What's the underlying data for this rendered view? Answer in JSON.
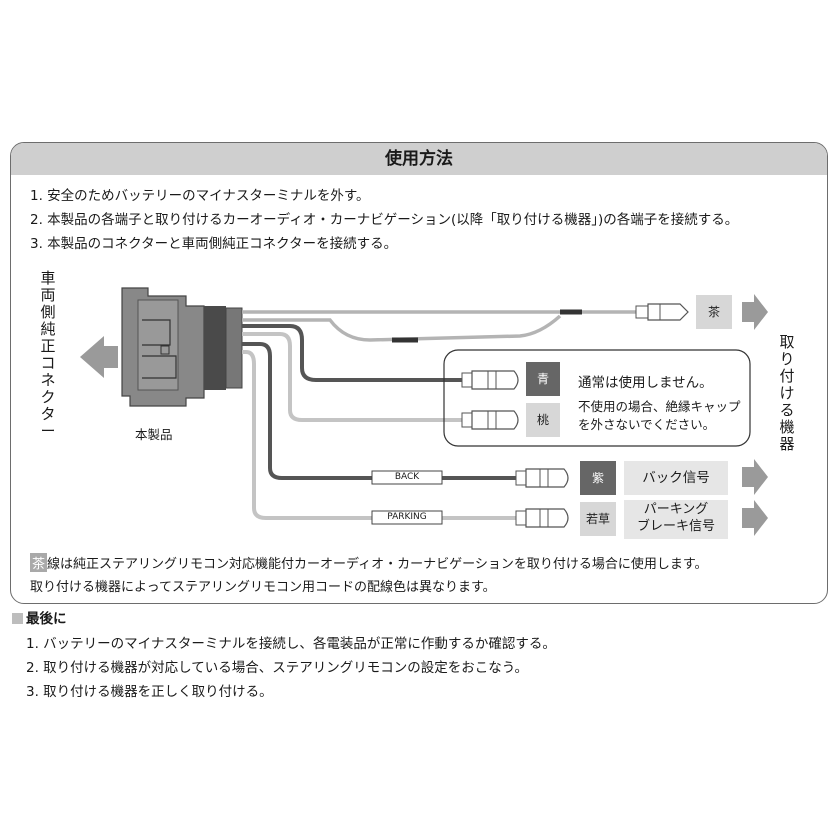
{
  "panel": {
    "title": "使用方法",
    "steps": [
      "1. 安全のためバッテリーのマイナスターミナルを外す。",
      "2. 本製品の各端子と取り付けるカーオーディオ・カーナビゲーション(以降「取り付ける機器」)の各端子を接続する。",
      "3. 本製品のコネクターと車両側純正コネクターを接続する。"
    ]
  },
  "diagram": {
    "left_label": [
      "車",
      "両",
      "側",
      "純",
      "正",
      "コ",
      "ネ",
      "ク",
      "タ",
      "ー"
    ],
    "right_label": [
      "取",
      "り",
      "付",
      "け",
      "る",
      "機",
      "器"
    ],
    "product_label": "本製品",
    "wire_colors": {
      "brown": "茶",
      "blue": "青",
      "pink": "桃",
      "purple": "紫",
      "green": "若草"
    },
    "tags": {
      "back": "BACK",
      "parking": "PARKING"
    },
    "box_note": {
      "line1": "通常は使用しません。",
      "line2": "不使用の場合、絶縁キャップ",
      "line3": "を外さないでください。"
    },
    "back_signal": "バック信号",
    "parking_line1": "パーキング",
    "parking_line2": "ブレーキ信号"
  },
  "footnote": {
    "chip": "茶",
    "line1": "線は純正ステアリングリモコン対応機能付カーオーディオ・カーナビゲーションを取り付ける場合に使用します。",
    "line2": "取り付ける機器によってステアリングリモコン用コードの配線色は異なります。"
  },
  "finally": {
    "title": "最後に",
    "steps": [
      "1. バッテリーのマイナスターミナルを接続し、各電装品が正常に作動するか確認する。",
      "2. 取り付ける機器が対応している場合、ステアリングリモコンの設定をおこなう。",
      "3. 取り付ける機器を正しく取り付ける。"
    ]
  },
  "colors": {
    "dark_wire": "#555555",
    "light_wire": "#b4b4b4",
    "header_bg": "#cfcfcf"
  }
}
